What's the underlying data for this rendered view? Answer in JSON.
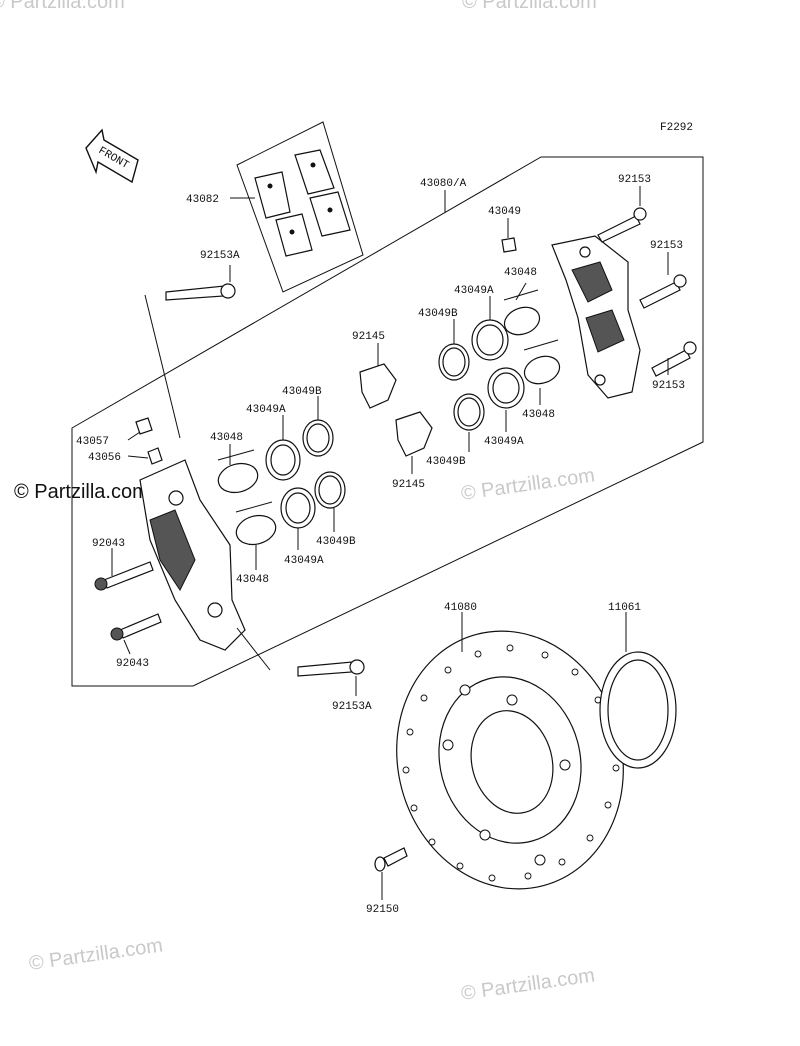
{
  "figure_code": "F2292",
  "front_label": "FRONT",
  "brand": "© Partzilla.com",
  "watermark": "© Partzilla.com",
  "parts": {
    "p43082": "43082",
    "p43080A": "43080/A",
    "p43049_top": "43049",
    "p92153_1": "92153",
    "p92153_2": "92153",
    "p92153_3": "92153",
    "p43048_r1": "43048",
    "p43049A_r1": "43049A",
    "p43049B_r1": "43049B",
    "p92153A_top": "92153A",
    "p92145_1": "92145",
    "p92145_2": "92145",
    "p43048_r2": "43048",
    "p43049A_r2": "43049A",
    "p43049B_r2": "43049B",
    "p43049B_l1": "43049B",
    "p43049A_l1": "43049A",
    "p43048_l1": "43048",
    "p43057": "43057",
    "p43056": "43056",
    "p43049B_l2": "43049B",
    "p43049A_l2": "43049A",
    "p43048_l2": "43048",
    "p92043_1": "92043",
    "p92043_2": "92043",
    "p92153A_bot": "92153A",
    "p41080": "41080",
    "p11061": "11061",
    "p92150": "92150"
  }
}
